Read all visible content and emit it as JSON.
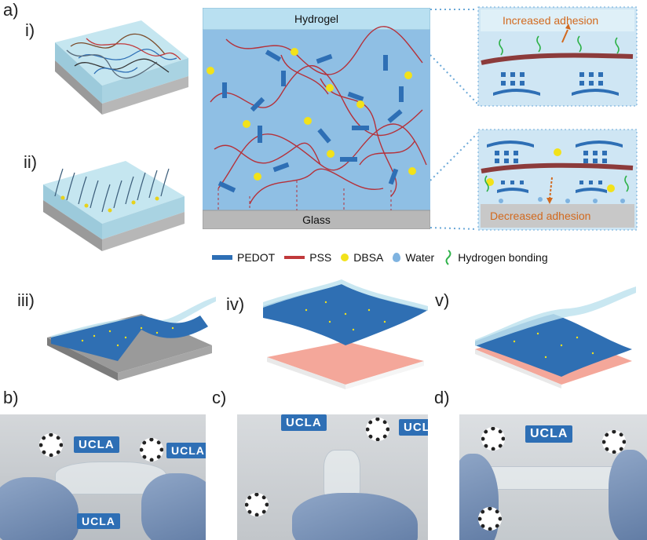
{
  "panel_labels": {
    "a": "a)",
    "i": "i)",
    "ii": "ii)",
    "iii": "iii)",
    "iv": "iv)",
    "v": "v)",
    "b": "b)",
    "c": "c)",
    "d": "d)"
  },
  "schematic": {
    "top_layer": "Hydrogel",
    "bottom_layer": "Glass"
  },
  "insets": {
    "top": "Increased adhesion",
    "bottom": "Decreased adhesion"
  },
  "legend": [
    {
      "label": "PEDOT",
      "icon": "blue-bar-icon",
      "color": "#2e6fb5"
    },
    {
      "label": "PSS",
      "icon": "red-line-icon",
      "color": "#c0393b"
    },
    {
      "label": "DBSA",
      "icon": "yellow-dot-icon",
      "color": "#f2e21a"
    },
    {
      "label": "Water",
      "icon": "water-drop-icon",
      "color": "#7fb3e0"
    },
    {
      "label": "Hydrogen bonding",
      "icon": "wavy-line-icon",
      "color": "#2fb24a"
    }
  ],
  "photo_logo": "UCLA",
  "colors": {
    "hydrogel": "#8fbfe4",
    "glass": "#bdbdbd",
    "film": "#2f6fb3",
    "accent_text": "#d2691e"
  }
}
